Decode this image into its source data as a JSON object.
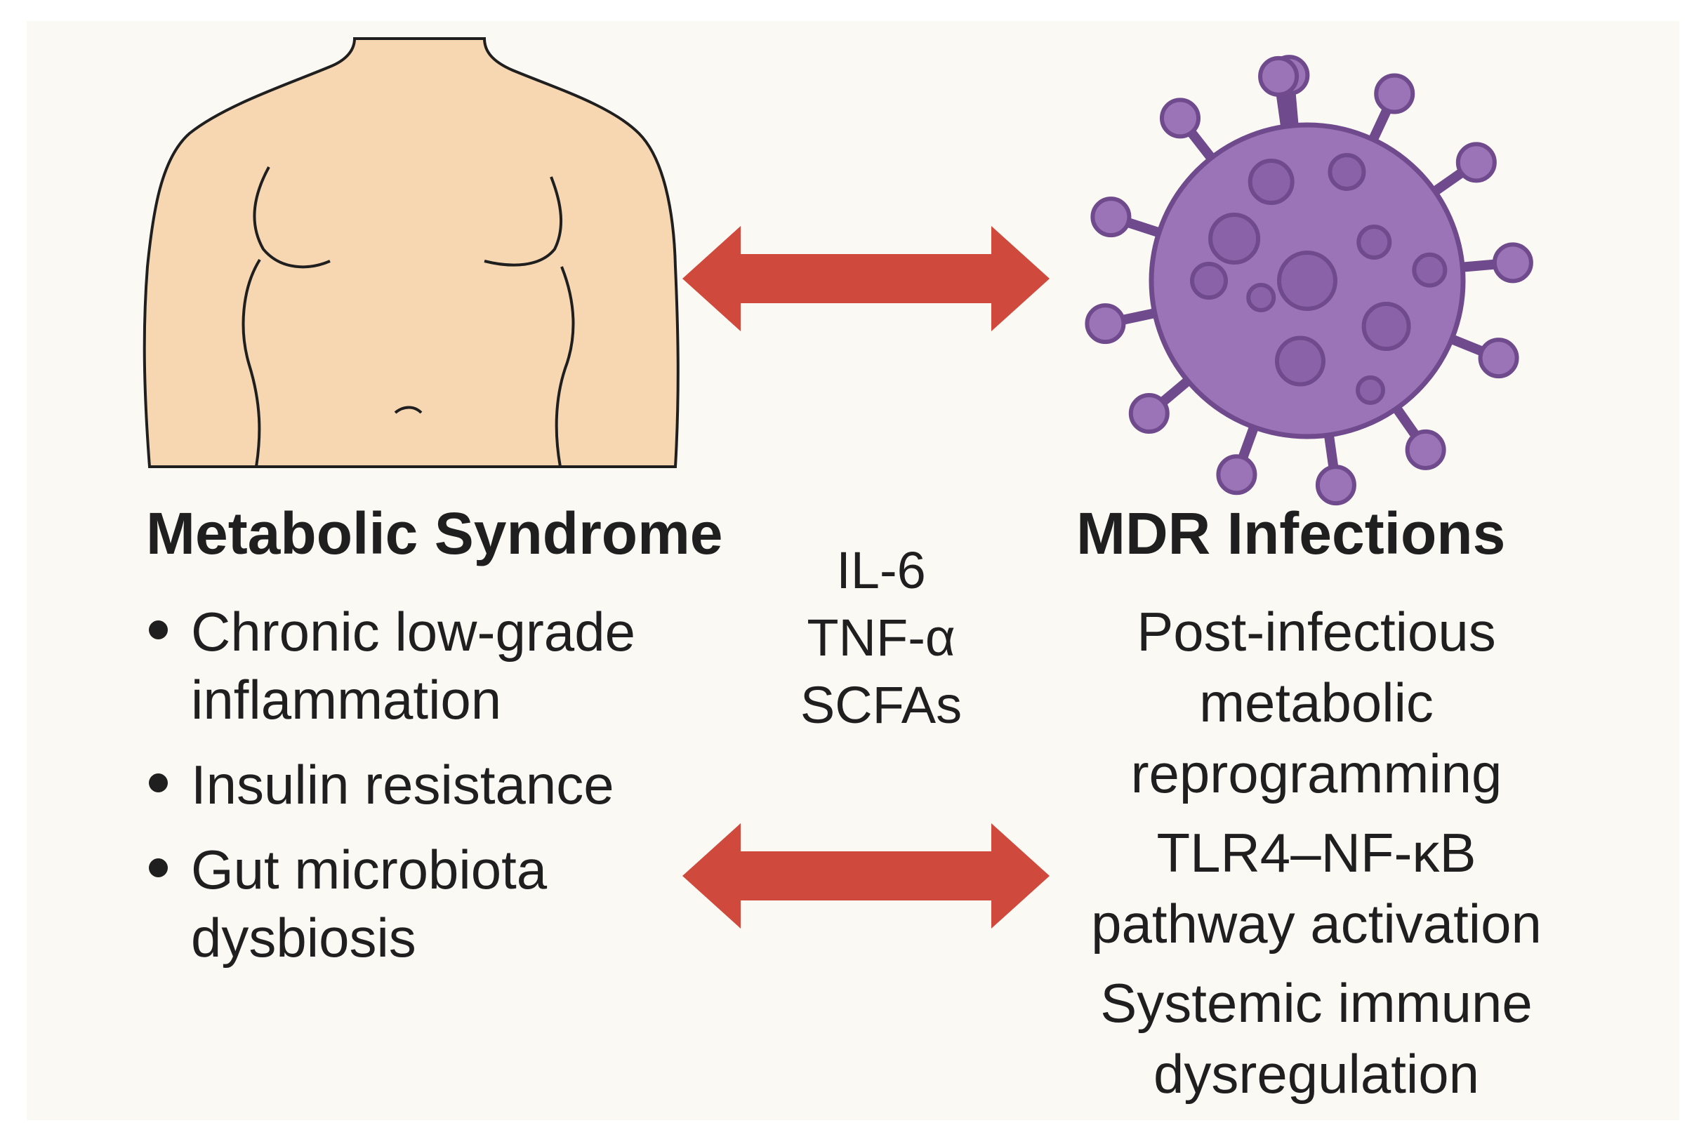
{
  "left_panel": {
    "title": "Metabolic Syndrome",
    "items": [
      {
        "lines": [
          "Chronic low-grade",
          "inflammation"
        ]
      },
      {
        "lines": [
          "Insulin resistance"
        ]
      },
      {
        "lines": [
          "Gut microbiota",
          "dysbiosis"
        ]
      }
    ]
  },
  "right_panel": {
    "title": "MDR Infections",
    "items": [
      {
        "lines": [
          "Post-infectious",
          "metabolic",
          "reprogramming"
        ]
      },
      {
        "lines": [
          "TLR4–NF-κB",
          "pathway activation"
        ]
      },
      {
        "lines": [
          "Systemic immune",
          "dysregulation"
        ]
      }
    ]
  },
  "mediators": [
    "IL-6",
    "TNF-α",
    "SCFAs"
  ],
  "icons": {
    "left": "human-torso-icon",
    "right": "virus-icon",
    "connectors": "double-headed-arrow-icon"
  },
  "colors": {
    "background": "#fbf9f4",
    "skin": "#f7d6b2",
    "virus_body": "#9b74b8",
    "virus_dark": "#6f4a8c",
    "arrow": "#cf4a3d",
    "text": "#1f1f1f"
  }
}
